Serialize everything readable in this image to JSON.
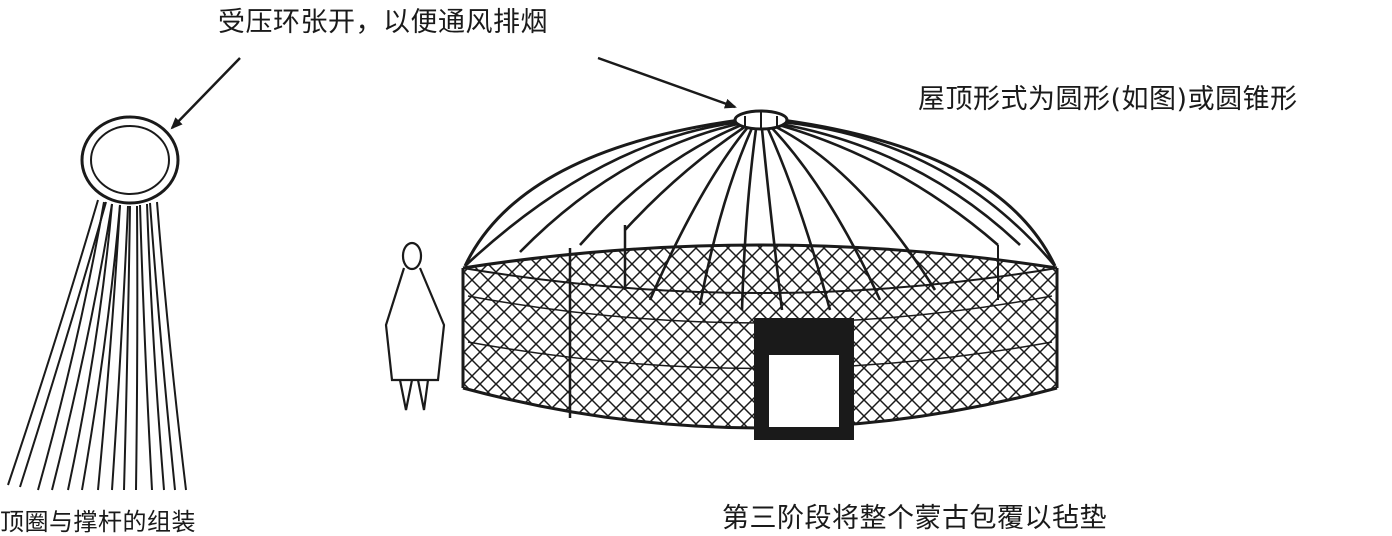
{
  "labels": {
    "top": "受压环张开，以便通风排烟",
    "roof": "屋顶形式为圆形(如图)或圆锥形",
    "bottom": "第三阶段将整个蒙古包覆以毡垫",
    "left_cut": "顶圈与撑杆的组装"
  },
  "colors": {
    "ink": "#1a1a1a",
    "background": "#ffffff"
  }
}
